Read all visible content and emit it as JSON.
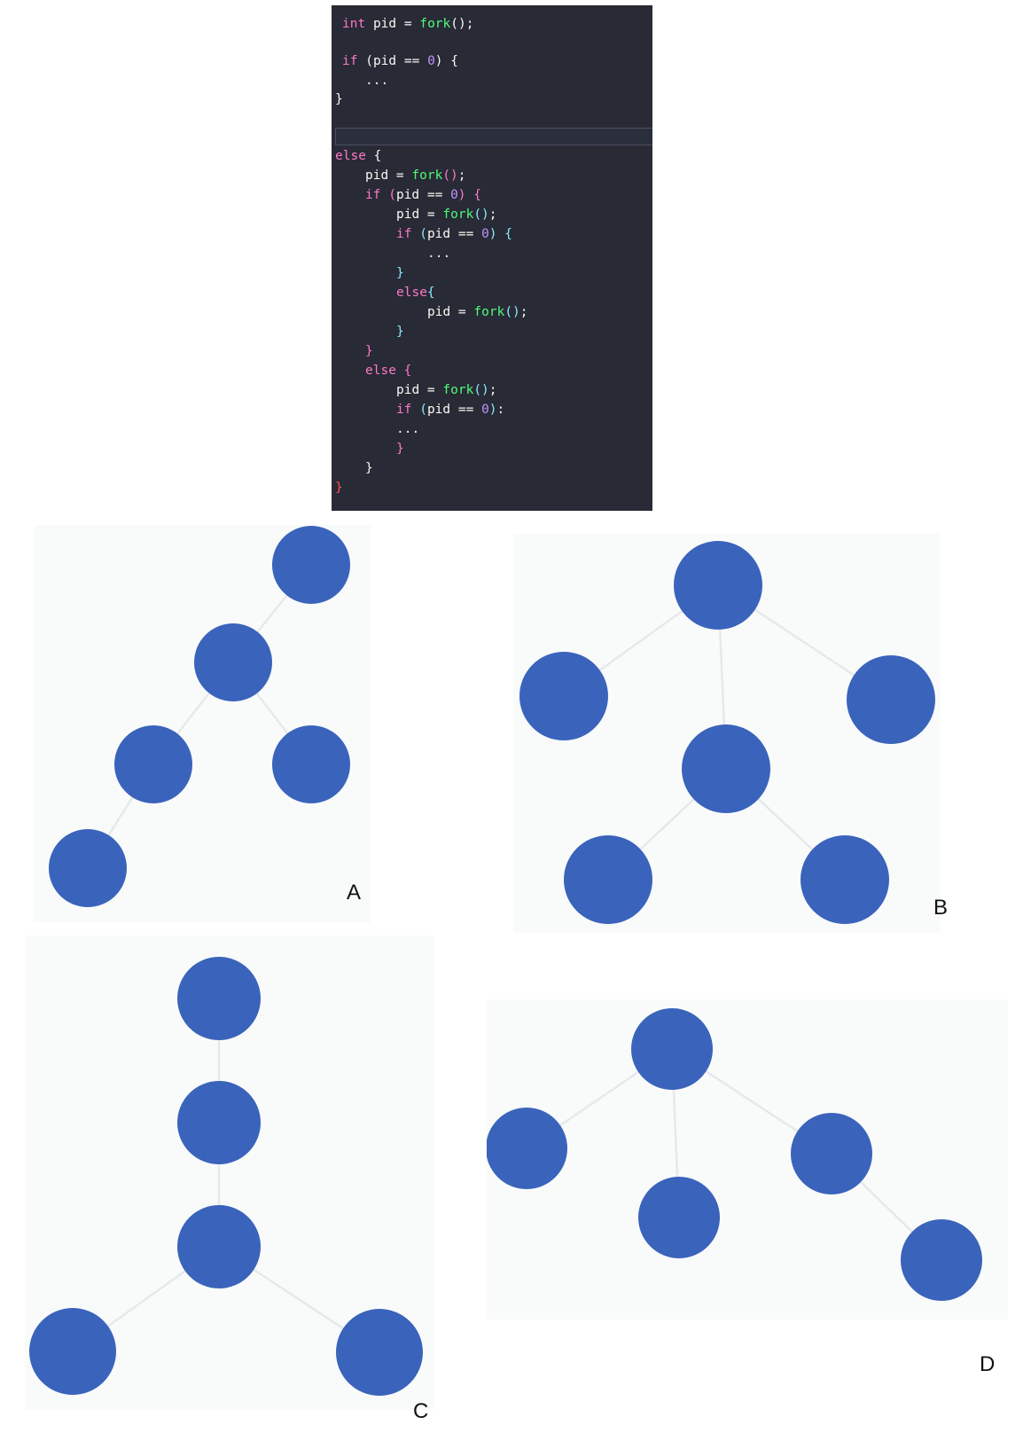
{
  "code": {
    "int_kw": "int",
    "var": "pid",
    "fork": "fork",
    "if_kw": "if",
    "else_kw": "else",
    "zero": "0",
    "ellipsis": "..."
  },
  "options": [
    {
      "label": "A"
    },
    {
      "label": "B"
    },
    {
      "label": "C"
    },
    {
      "label": "D"
    }
  ]
}
